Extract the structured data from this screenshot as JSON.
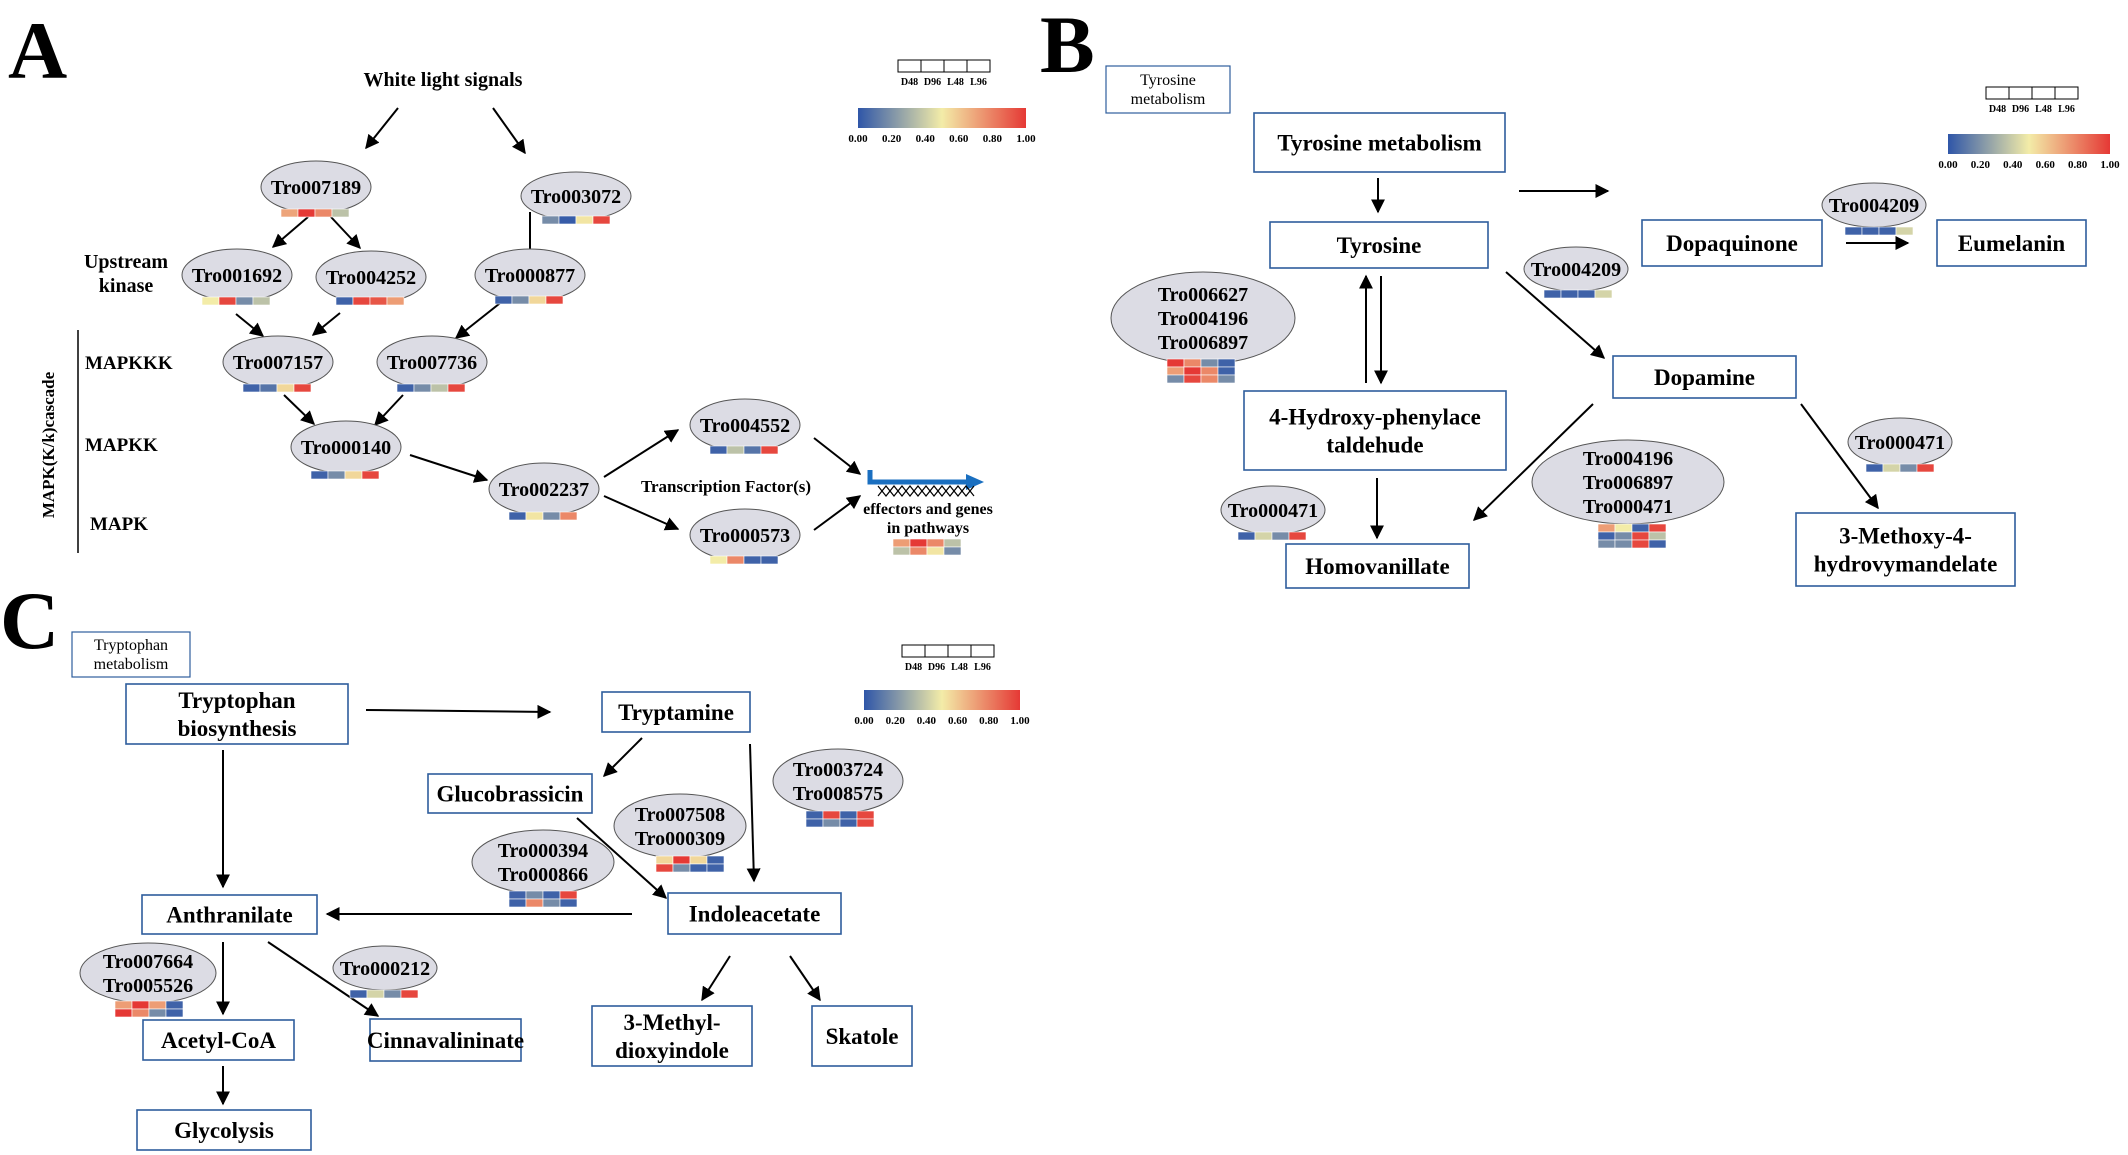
{
  "panels": [
    "A",
    "B",
    "C"
  ],
  "colors": {
    "scale_low": "#2f56a8",
    "scale_mid": "#f3eca8",
    "scale_high": "#e53935",
    "node_fill": "#dcdce4",
    "box_border": "#2e5d9c",
    "effector_arrow": "#1a6fc0"
  },
  "legend": {
    "header_labels": [
      "D48",
      "D96",
      "L48",
      "L96"
    ],
    "ticks": [
      "0.00",
      "0.20",
      "0.40",
      "0.60",
      "0.80",
      "1.00"
    ]
  },
  "panel_a": {
    "title": "White light signals",
    "upstream_kinase_label": "Upstream\nkinase",
    "cascade_label": "MAPK(K/k)cascade",
    "level_labels": [
      "MAPKKK",
      "MAPKK",
      "MAPK"
    ],
    "transcription_factor_label": "Transcription Factor(s)",
    "effectors_label": "effectors and genes\nin pathways",
    "nodes": [
      {
        "id": "Tro007189",
        "heat": [
          [
            0.7,
            1.0,
            0.78,
            0.36
          ]
        ]
      },
      {
        "id": "Tro003072",
        "heat": [
          [
            0.18,
            0.02,
            0.52,
            0.96
          ]
        ]
      },
      {
        "id": "Tro001692",
        "heat": [
          [
            0.5,
            0.96,
            0.18,
            0.36
          ]
        ]
      },
      {
        "id": "Tro004252",
        "heat": [
          [
            0.04,
            0.96,
            0.92,
            0.72
          ]
        ]
      },
      {
        "id": "Tro000877",
        "heat": [
          [
            0.04,
            0.18,
            0.56,
            0.96
          ]
        ]
      },
      {
        "id": "Tro007157",
        "heat": [
          [
            0.04,
            0.1,
            0.56,
            0.96
          ]
        ]
      },
      {
        "id": "Tro007736",
        "heat": [
          [
            0.04,
            0.18,
            0.36,
            0.96
          ]
        ]
      },
      {
        "id": "Tro000140",
        "heat": [
          [
            0.04,
            0.18,
            0.56,
            0.96
          ]
        ]
      },
      {
        "id": "Tro002237",
        "heat": [
          [
            0.04,
            0.52,
            0.18,
            0.78
          ]
        ]
      },
      {
        "id": "Tro004552",
        "heat": [
          [
            0.04,
            0.36,
            0.1,
            0.96
          ]
        ]
      },
      {
        "id": "Tro000573",
        "heat": [
          [
            0.5,
            0.78,
            0.04,
            0.04
          ]
        ]
      },
      {
        "id": "effectors",
        "heat": [
          [
            0.72,
            1.0,
            0.78,
            0.36
          ],
          [
            0.36,
            0.78,
            0.52,
            0.18
          ]
        ]
      }
    ]
  },
  "panel_b": {
    "corner_label": "Tyrosine\nmetabolism",
    "boxes": [
      "Tyrosine metabolism",
      "Tyrosine",
      "Dopaquinone",
      "Eumelanin",
      "Dopamine",
      "4-Hydroxy-phenylace\ntaldehude",
      "Homovanillate",
      "3-Methoxy-4-\nhydrovymandelate"
    ],
    "nodes": [
      {
        "id": "Tro004209",
        "heat": [
          [
            0.04,
            0.04,
            0.04,
            0.42
          ]
        ]
      },
      {
        "id": "Tro004209",
        "heat": [
          [
            0.04,
            0.04,
            0.04,
            0.42
          ]
        ]
      },
      {
        "id": "Tro006627\nTro004196\nTro006897",
        "heat": [
          [
            1.0,
            0.78,
            0.18,
            0.04
          ],
          [
            0.72,
            1.0,
            0.78,
            0.04
          ],
          [
            0.18,
            0.96,
            0.78,
            0.18
          ]
        ]
      },
      {
        "id": "Tro004196\nTro006897\nTro000471",
        "heat": [
          [
            0.72,
            0.5,
            0.04,
            0.96
          ],
          [
            0.04,
            0.18,
            0.96,
            0.36
          ],
          [
            0.18,
            0.18,
            0.96,
            0.04
          ]
        ]
      },
      {
        "id": "Tro000471",
        "heat": [
          [
            0.04,
            0.42,
            0.18,
            0.96
          ]
        ]
      },
      {
        "id": "Tro000471",
        "heat": [
          [
            0.04,
            0.42,
            0.18,
            0.96
          ]
        ]
      }
    ]
  },
  "panel_c": {
    "corner_label": "Tryptophan\nmetabolism",
    "boxes": [
      "Tryptophan\nbiosynthesis",
      "Tryptamine",
      "Glucobrassicin",
      "Indoleacetate",
      "Anthranilate",
      "Acetyl-CoA",
      "Cinnavalininate",
      "Glycolysis",
      "3-Methyl-\ndioxyindole",
      "Skatole"
    ],
    "nodes": [
      {
        "id": "Tro003724\nTro008575",
        "heat": [
          [
            0.04,
            0.96,
            0.04,
            0.96
          ],
          [
            0.04,
            0.18,
            0.04,
            0.96
          ]
        ]
      },
      {
        "id": "Tro007508\nTro000309",
        "heat": [
          [
            0.56,
            1.0,
            0.56,
            0.04
          ],
          [
            0.96,
            0.18,
            0.04,
            0.04
          ]
        ]
      },
      {
        "id": "Tro000394\nTro000866",
        "heat": [
          [
            0.04,
            0.18,
            0.04,
            0.96
          ],
          [
            0.04,
            0.78,
            0.18,
            0.04
          ]
        ]
      },
      {
        "id": "Tro007664\nTro005526",
        "heat": [
          [
            0.72,
            1.0,
            0.72,
            0.04
          ],
          [
            1.0,
            0.78,
            0.18,
            0.04
          ]
        ]
      },
      {
        "id": "Tro000212",
        "heat": [
          [
            0.04,
            0.42,
            0.18,
            0.96
          ]
        ]
      }
    ]
  }
}
